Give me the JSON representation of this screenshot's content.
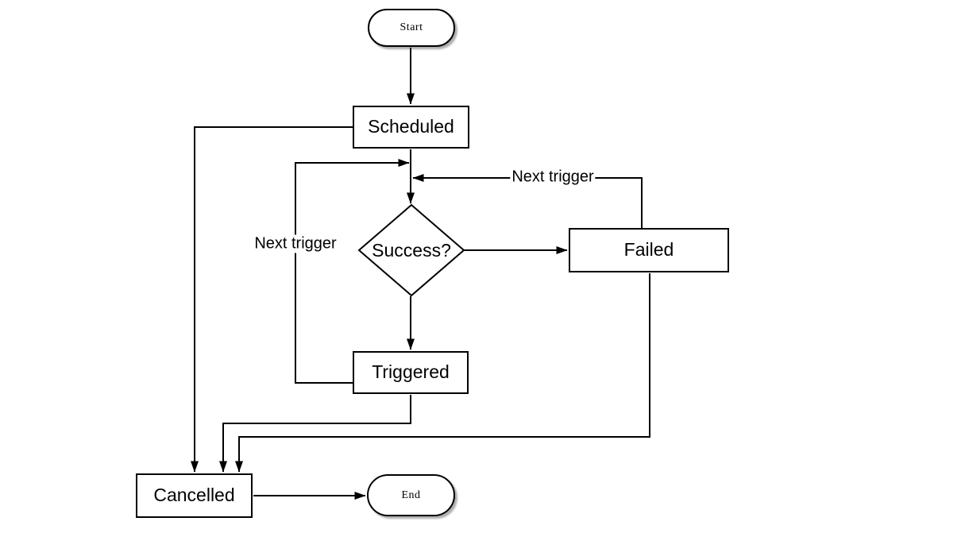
{
  "diagram": {
    "colors": {
      "background": "#ffffff",
      "stroke": "#000000",
      "node_fill": "#ffffff",
      "text": "#000000",
      "terminator_shadow": "rgba(0,0,0,0.32)"
    },
    "nodes": {
      "start": {
        "label": "Start",
        "shape": "terminator"
      },
      "scheduled": {
        "label": "Scheduled",
        "shape": "process"
      },
      "success": {
        "label": "Success?",
        "shape": "decision"
      },
      "failed": {
        "label": "Failed",
        "shape": "process"
      },
      "triggered": {
        "label": "Triggered",
        "shape": "process"
      },
      "cancelled": {
        "label": "Cancelled",
        "shape": "process"
      },
      "end": {
        "label": "End",
        "shape": "terminator"
      }
    },
    "edges": [
      {
        "from": "start",
        "to": "scheduled",
        "label": ""
      },
      {
        "from": "scheduled",
        "to": "success",
        "label": ""
      },
      {
        "from": "success",
        "to": "failed",
        "label": ""
      },
      {
        "from": "success",
        "to": "triggered",
        "label": ""
      },
      {
        "from": "triggered",
        "to": "success",
        "label": "Next trigger"
      },
      {
        "from": "failed",
        "to": "success",
        "label": "Next trigger"
      },
      {
        "from": "scheduled",
        "to": "cancelled",
        "label": ""
      },
      {
        "from": "triggered",
        "to": "cancelled",
        "label": ""
      },
      {
        "from": "failed",
        "to": "cancelled",
        "label": ""
      },
      {
        "from": "cancelled",
        "to": "end",
        "label": ""
      }
    ],
    "edge_labels": {
      "triggered_loop": "Next trigger",
      "failed_loop": "Next trigger"
    }
  }
}
